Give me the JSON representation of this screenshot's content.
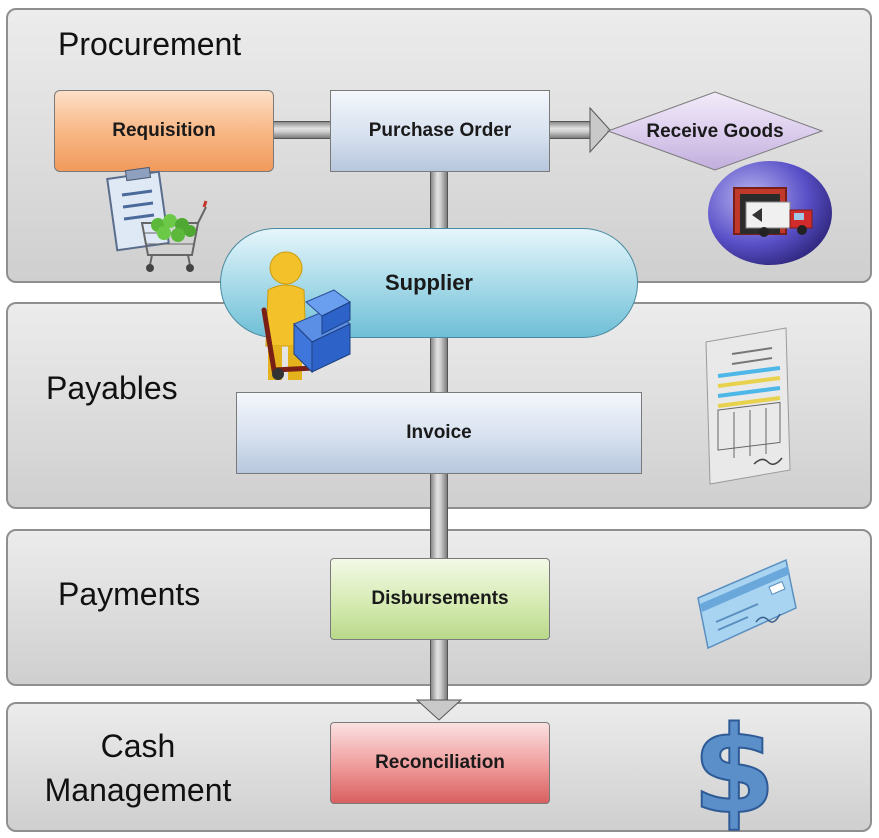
{
  "lanes": {
    "procurement": "Procurement",
    "payables": "Payables",
    "payments": "Payments",
    "cash_management_line1": "Cash",
    "cash_management_line2": "Management"
  },
  "nodes": {
    "requisition": "Requisition",
    "purchase_order": "Purchase Order",
    "receive_goods": "Receive Goods",
    "supplier": "Supplier",
    "invoice": "Invoice",
    "disbursements": "Disbursements",
    "reconciliation": "Reconciliation"
  },
  "icons": {
    "requisition": "clipboard-cart-icon",
    "receive_goods": "delivery-truck-icon",
    "supplier": "person-with-hand-truck-icon",
    "invoice": "invoice-document-icon",
    "disbursements": "check-icon",
    "reconciliation": "dollar-sign-icon"
  },
  "colors": {
    "requisition": "#f4a870",
    "purchase_order": "#d7e1ef",
    "receive_goods": "#d8c8ea",
    "supplier": "#8fcfe2",
    "invoice": "#d7e1ef",
    "disbursements": "#d6ebb3",
    "reconciliation": "#ef9a9a"
  }
}
